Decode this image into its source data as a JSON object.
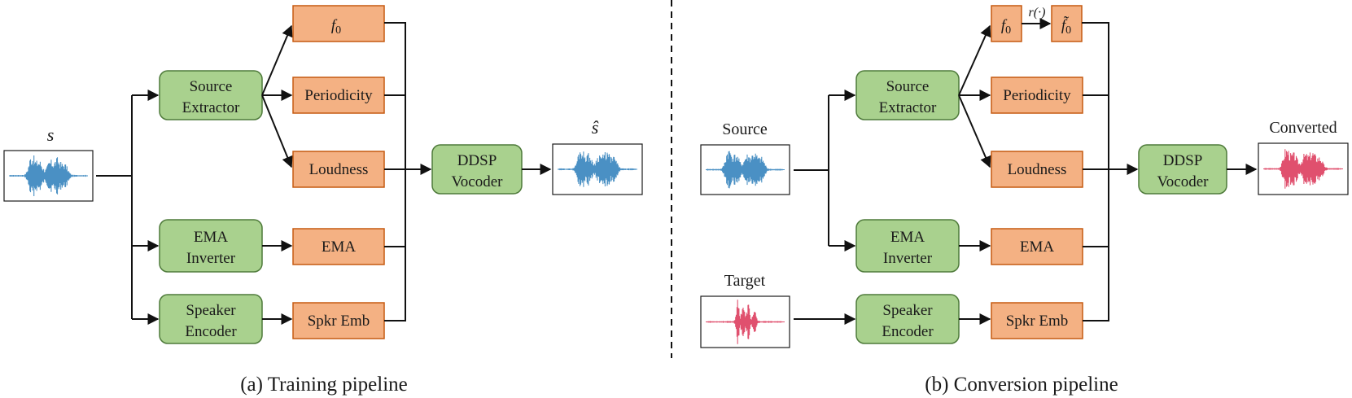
{
  "training": {
    "input_label": "s",
    "output_label": "ŝ",
    "source_extractor": [
      "Source",
      "Extractor"
    ],
    "ema_inverter": [
      "EMA",
      "Inverter"
    ],
    "speaker_encoder": [
      "Speaker",
      "Encoder"
    ],
    "f0": "f",
    "f0_sub": "0",
    "periodicity": "Periodicity",
    "loudness": "Loudness",
    "ema": "EMA",
    "spkr_emb": "Spkr Emb",
    "vocoder": [
      "DDSP",
      "Vocoder"
    ],
    "caption": "(a) Training pipeline"
  },
  "conversion": {
    "source_label": "Source",
    "target_label": "Target",
    "converted_label": "Converted",
    "source_extractor": [
      "Source",
      "Extractor"
    ],
    "ema_inverter": [
      "EMA",
      "Inverter"
    ],
    "speaker_encoder": [
      "Speaker",
      "Encoder"
    ],
    "f0": "f",
    "f0_sub": "0",
    "f0_mod": "f̃",
    "f0_mod_sub": "0",
    "r_label": "r(·)",
    "periodicity": "Periodicity",
    "loudness": "Loudness",
    "ema": "EMA",
    "spkr_emb": "Spkr Emb",
    "vocoder": [
      "DDSP",
      "Vocoder"
    ],
    "caption": "(b) Conversion pipeline"
  },
  "colors": {
    "module_fill": "#a9d18e",
    "feature_fill": "#f4b183",
    "wave_blue": "#4a90c4",
    "wave_pink": "#e0506e"
  }
}
